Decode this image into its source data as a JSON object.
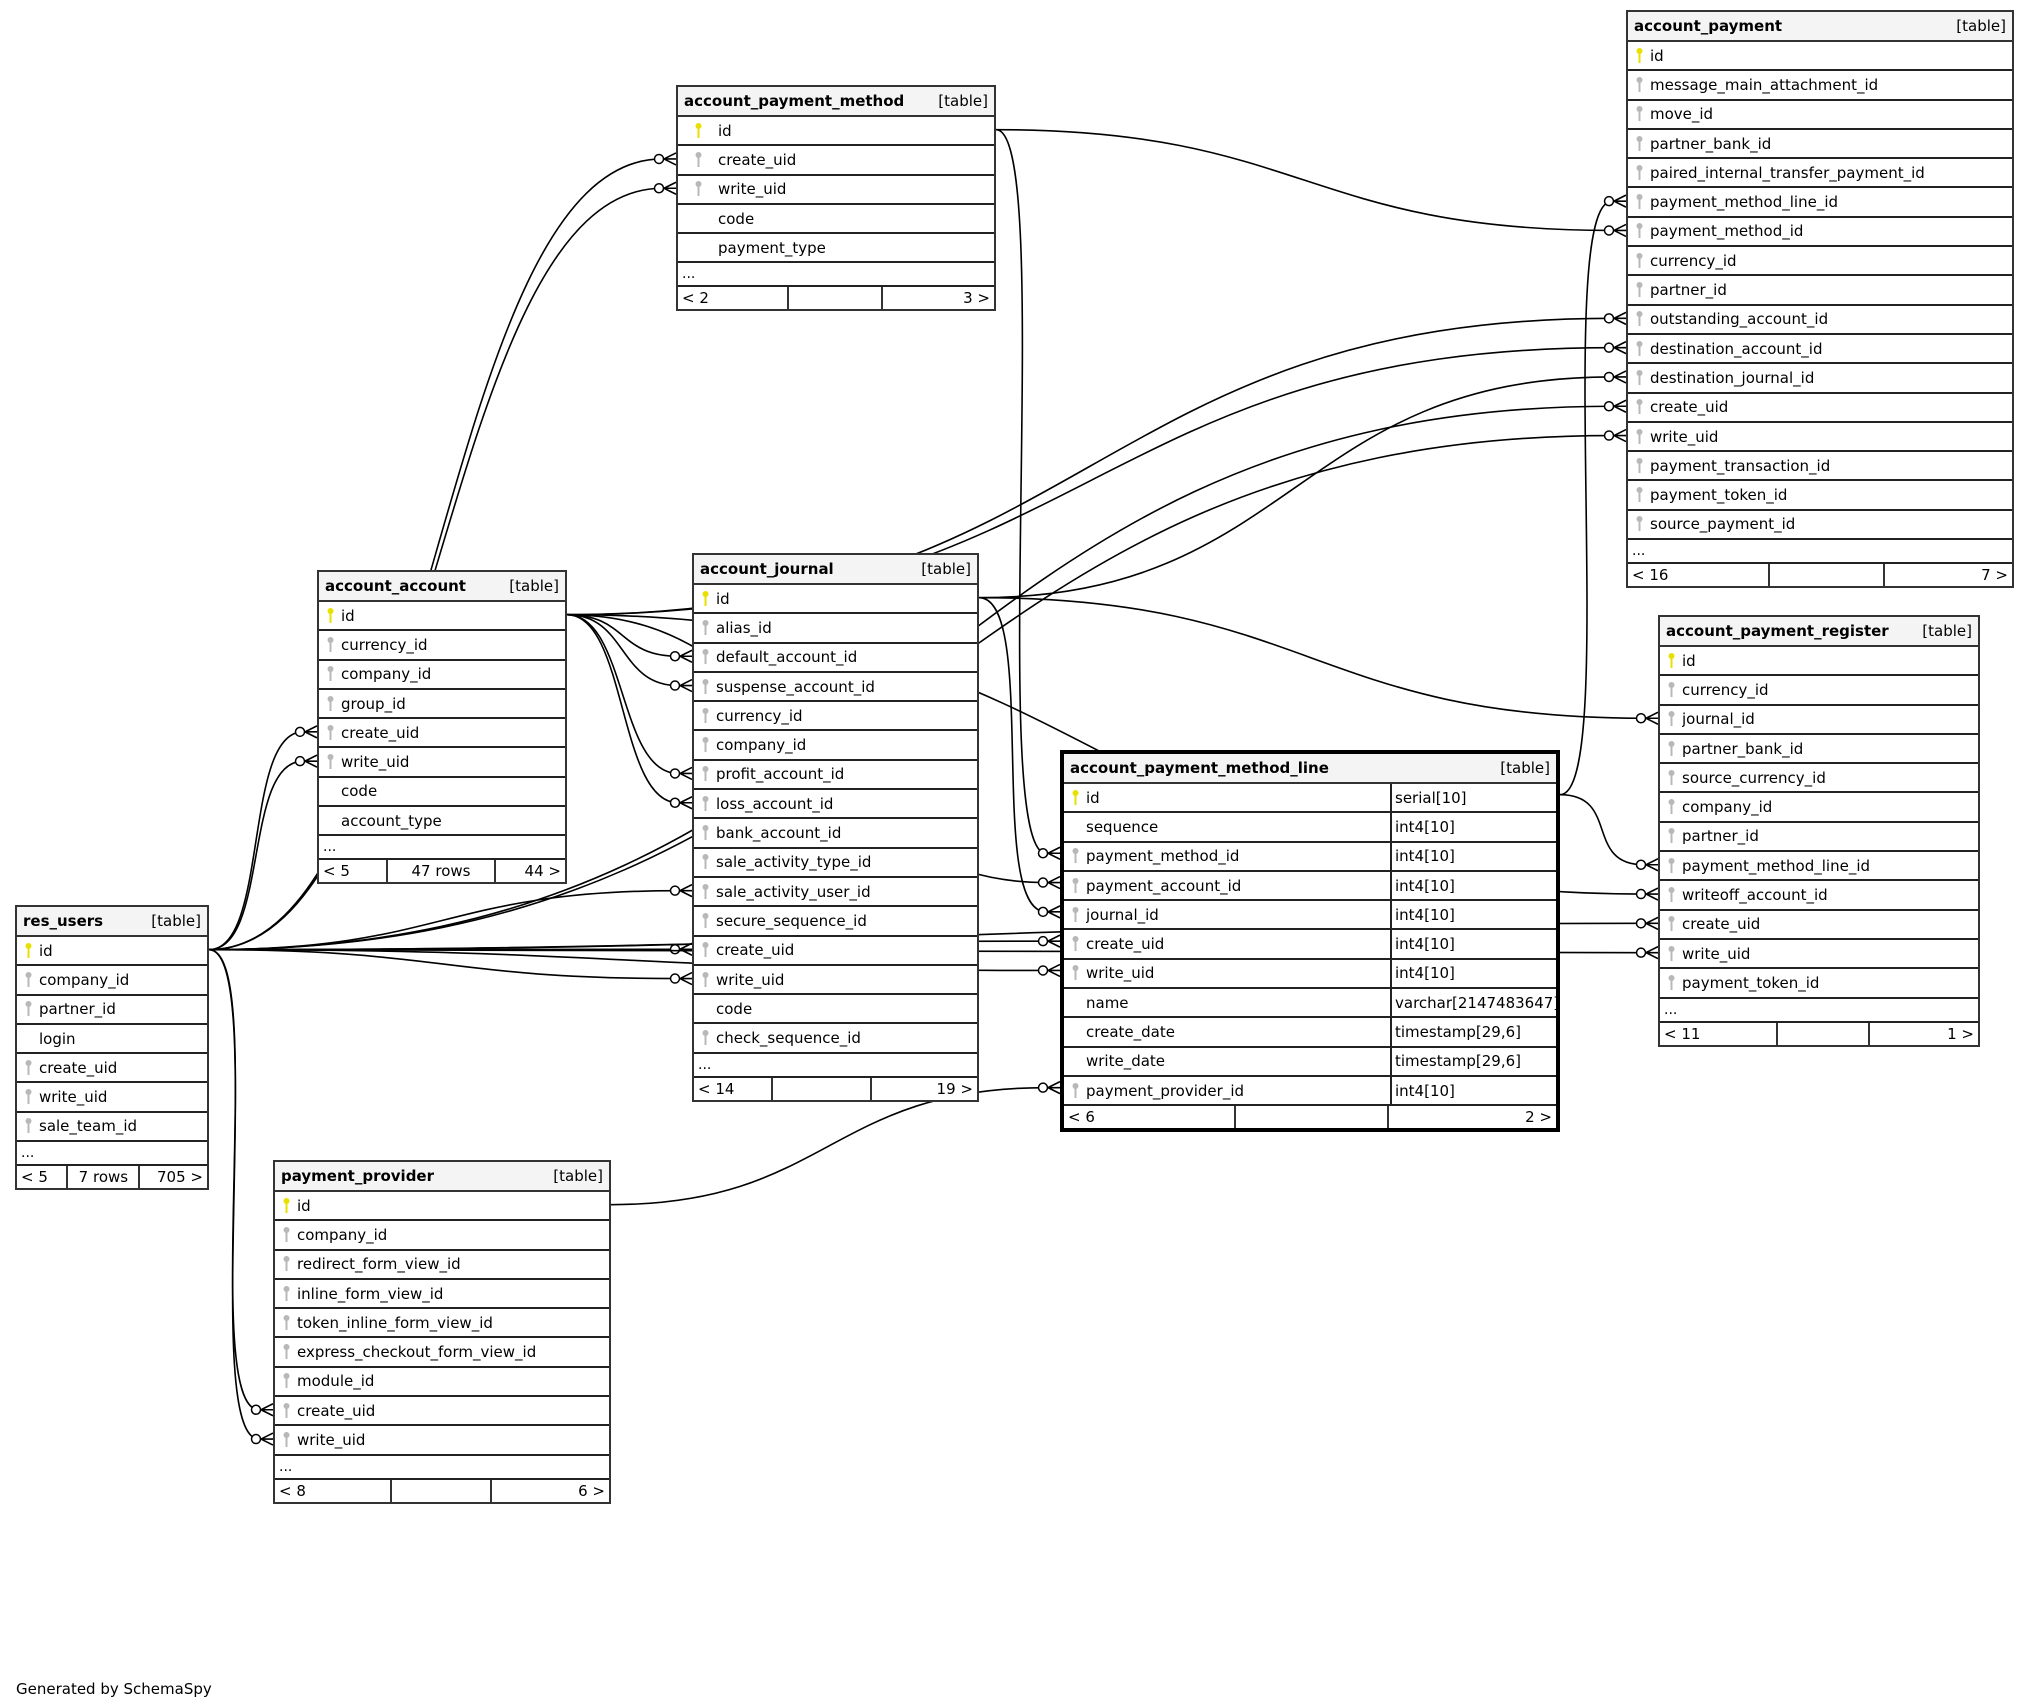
{
  "diagram_title": "account_payment_method_line relationships",
  "footer": "Generated by SchemaSpy",
  "colors": {
    "primary_key": "#e8e000",
    "foreign_key": "#b8b8b8",
    "header_bg": "#f4f4f4",
    "line": "#000000"
  },
  "table_tag": "[table]",
  "tables": [
    {
      "id": "account_payment_method",
      "name": "account_payment_method",
      "tag": "[table]",
      "columns": [
        {
          "name": "id",
          "key": "pk"
        },
        {
          "name": "create_uid",
          "key": "fk"
        },
        {
          "name": "write_uid",
          "key": "fk"
        },
        {
          "name": "code",
          "key": ""
        },
        {
          "name": "payment_type",
          "key": ""
        }
      ],
      "more": "...",
      "footer": {
        "parents": "< 2",
        "rows": "",
        "children": "3 >"
      }
    },
    {
      "id": "account_payment",
      "name": "account_payment",
      "tag": "[table]",
      "columns": [
        {
          "name": "id",
          "key": "pk"
        },
        {
          "name": "message_main_attachment_id",
          "key": "fk"
        },
        {
          "name": "move_id",
          "key": "fk"
        },
        {
          "name": "partner_bank_id",
          "key": "fk"
        },
        {
          "name": "paired_internal_transfer_payment_id",
          "key": "fk"
        },
        {
          "name": "payment_method_line_id",
          "key": "fk"
        },
        {
          "name": "payment_method_id",
          "key": "fk"
        },
        {
          "name": "currency_id",
          "key": "fk"
        },
        {
          "name": "partner_id",
          "key": "fk"
        },
        {
          "name": "outstanding_account_id",
          "key": "fk"
        },
        {
          "name": "destination_account_id",
          "key": "fk"
        },
        {
          "name": "destination_journal_id",
          "key": "fk"
        },
        {
          "name": "create_uid",
          "key": "fk"
        },
        {
          "name": "write_uid",
          "key": "fk"
        },
        {
          "name": "payment_transaction_id",
          "key": "fk"
        },
        {
          "name": "payment_token_id",
          "key": "fk"
        },
        {
          "name": "source_payment_id",
          "key": "fk"
        }
      ],
      "more": "...",
      "footer": {
        "parents": "< 16",
        "rows": "",
        "children": "7 >"
      }
    },
    {
      "id": "account_account",
      "name": "account_account",
      "tag": "[table]",
      "columns": [
        {
          "name": "id",
          "key": "pk"
        },
        {
          "name": "currency_id",
          "key": "fk"
        },
        {
          "name": "company_id",
          "key": "fk"
        },
        {
          "name": "group_id",
          "key": "fk"
        },
        {
          "name": "create_uid",
          "key": "fk"
        },
        {
          "name": "write_uid",
          "key": "fk"
        },
        {
          "name": "code",
          "key": ""
        },
        {
          "name": "account_type",
          "key": ""
        }
      ],
      "more": "...",
      "footer": {
        "parents": "< 5",
        "rows": "47 rows",
        "children": "44 >"
      }
    },
    {
      "id": "account_journal",
      "name": "account_journal",
      "tag": "[table]",
      "columns": [
        {
          "name": "id",
          "key": "pk"
        },
        {
          "name": "alias_id",
          "key": "fk"
        },
        {
          "name": "default_account_id",
          "key": "fk"
        },
        {
          "name": "suspense_account_id",
          "key": "fk"
        },
        {
          "name": "currency_id",
          "key": "fk"
        },
        {
          "name": "company_id",
          "key": "fk"
        },
        {
          "name": "profit_account_id",
          "key": "fk"
        },
        {
          "name": "loss_account_id",
          "key": "fk"
        },
        {
          "name": "bank_account_id",
          "key": "fk"
        },
        {
          "name": "sale_activity_type_id",
          "key": "fk"
        },
        {
          "name": "sale_activity_user_id",
          "key": "fk"
        },
        {
          "name": "secure_sequence_id",
          "key": "fk"
        },
        {
          "name": "create_uid",
          "key": "fk"
        },
        {
          "name": "write_uid",
          "key": "fk"
        },
        {
          "name": "code",
          "key": ""
        },
        {
          "name": "check_sequence_id",
          "key": "fk"
        }
      ],
      "more": "...",
      "footer": {
        "parents": "< 14",
        "rows": "",
        "children": "19 >"
      }
    },
    {
      "id": "account_payment_register",
      "name": "account_payment_register",
      "tag": "[table]",
      "columns": [
        {
          "name": "id",
          "key": "pk"
        },
        {
          "name": "currency_id",
          "key": "fk"
        },
        {
          "name": "journal_id",
          "key": "fk"
        },
        {
          "name": "partner_bank_id",
          "key": "fk"
        },
        {
          "name": "source_currency_id",
          "key": "fk"
        },
        {
          "name": "company_id",
          "key": "fk"
        },
        {
          "name": "partner_id",
          "key": "fk"
        },
        {
          "name": "payment_method_line_id",
          "key": "fk"
        },
        {
          "name": "writeoff_account_id",
          "key": "fk"
        },
        {
          "name": "create_uid",
          "key": "fk"
        },
        {
          "name": "write_uid",
          "key": "fk"
        },
        {
          "name": "payment_token_id",
          "key": "fk"
        }
      ],
      "more": "...",
      "footer": {
        "parents": "< 11",
        "rows": "",
        "children": "1 >"
      }
    },
    {
      "id": "account_payment_method_line",
      "name": "account_payment_method_line",
      "tag": "[table]",
      "focus": true,
      "columns": [
        {
          "name": "id",
          "key": "pk",
          "type": "serial[10]"
        },
        {
          "name": "sequence",
          "key": "",
          "type": "int4[10]"
        },
        {
          "name": "payment_method_id",
          "key": "fk",
          "type": "int4[10]"
        },
        {
          "name": "payment_account_id",
          "key": "fk",
          "type": "int4[10]"
        },
        {
          "name": "journal_id",
          "key": "fk",
          "type": "int4[10]"
        },
        {
          "name": "create_uid",
          "key": "fk",
          "type": "int4[10]"
        },
        {
          "name": "write_uid",
          "key": "fk",
          "type": "int4[10]"
        },
        {
          "name": "name",
          "key": "",
          "type": "varchar[2147483647]"
        },
        {
          "name": "create_date",
          "key": "",
          "type": "timestamp[29,6]"
        },
        {
          "name": "write_date",
          "key": "",
          "type": "timestamp[29,6]"
        },
        {
          "name": "payment_provider_id",
          "key": "fk",
          "type": "int4[10]"
        }
      ],
      "more": "",
      "footer": {
        "parents": "< 6",
        "rows": "",
        "children": "2 >"
      }
    },
    {
      "id": "res_users",
      "name": "res_users",
      "tag": "[table]",
      "columns": [
        {
          "name": "id",
          "key": "pk"
        },
        {
          "name": "company_id",
          "key": "fk"
        },
        {
          "name": "partner_id",
          "key": "fk"
        },
        {
          "name": "login",
          "key": ""
        },
        {
          "name": "create_uid",
          "key": "fk"
        },
        {
          "name": "write_uid",
          "key": "fk"
        },
        {
          "name": "sale_team_id",
          "key": "fk"
        }
      ],
      "more": "...",
      "footer": {
        "parents": "< 5",
        "rows": "7 rows",
        "children": "705 >"
      }
    },
    {
      "id": "payment_provider",
      "name": "payment_provider",
      "tag": "[table]",
      "columns": [
        {
          "name": "id",
          "key": "pk"
        },
        {
          "name": "company_id",
          "key": "fk"
        },
        {
          "name": "redirect_form_view_id",
          "key": "fk"
        },
        {
          "name": "inline_form_view_id",
          "key": "fk"
        },
        {
          "name": "token_inline_form_view_id",
          "key": "fk"
        },
        {
          "name": "express_checkout_form_view_id",
          "key": "fk"
        },
        {
          "name": "module_id",
          "key": "fk"
        },
        {
          "name": "create_uid",
          "key": "fk"
        },
        {
          "name": "write_uid",
          "key": "fk"
        }
      ],
      "more": "...",
      "footer": {
        "parents": "< 8",
        "rows": "",
        "children": "6 >"
      }
    }
  ],
  "relationships": [
    {
      "from": "res_users.id",
      "to": "account_payment_method.create_uid"
    },
    {
      "from": "res_users.id",
      "to": "account_payment_method.write_uid"
    },
    {
      "from": "res_users.id",
      "to": "account_account.create_uid"
    },
    {
      "from": "res_users.id",
      "to": "account_account.write_uid"
    },
    {
      "from": "res_users.id",
      "to": "account_journal.sale_activity_user_id"
    },
    {
      "from": "res_users.id",
      "to": "account_journal.create_uid"
    },
    {
      "from": "res_users.id",
      "to": "account_journal.write_uid"
    },
    {
      "from": "res_users.id",
      "to": "account_payment.create_uid"
    },
    {
      "from": "res_users.id",
      "to": "account_payment.write_uid"
    },
    {
      "from": "res_users.id",
      "to": "account_payment_method_line.create_uid"
    },
    {
      "from": "res_users.id",
      "to": "account_payment_method_line.write_uid"
    },
    {
      "from": "res_users.id",
      "to": "account_payment_register.create_uid"
    },
    {
      "from": "res_users.id",
      "to": "account_payment_register.write_uid"
    },
    {
      "from": "res_users.id",
      "to": "payment_provider.create_uid"
    },
    {
      "from": "res_users.id",
      "to": "payment_provider.write_uid"
    },
    {
      "from": "account_account.id",
      "to": "account_journal.default_account_id"
    },
    {
      "from": "account_account.id",
      "to": "account_journal.suspense_account_id"
    },
    {
      "from": "account_account.id",
      "to": "account_journal.profit_account_id"
    },
    {
      "from": "account_account.id",
      "to": "account_journal.loss_account_id"
    },
    {
      "from": "account_account.id",
      "to": "account_payment.outstanding_account_id"
    },
    {
      "from": "account_account.id",
      "to": "account_payment.destination_account_id"
    },
    {
      "from": "account_account.id",
      "to": "account_payment_method_line.payment_account_id"
    },
    {
      "from": "account_account.id",
      "to": "account_payment_register.writeoff_account_id"
    },
    {
      "from": "account_payment_method.id",
      "to": "account_payment.payment_method_id"
    },
    {
      "from": "account_payment_method.id",
      "to": "account_payment_method_line.payment_method_id"
    },
    {
      "from": "account_journal.id",
      "to": "account_payment.destination_journal_id"
    },
    {
      "from": "account_journal.id",
      "to": "account_payment_method_line.journal_id"
    },
    {
      "from": "account_journal.id",
      "to": "account_payment_register.journal_id"
    },
    {
      "from": "account_payment_method_line.id",
      "to": "account_payment.payment_method_line_id"
    },
    {
      "from": "account_payment_method_line.id",
      "to": "account_payment_register.payment_method_line_id"
    },
    {
      "from": "payment_provider.id",
      "to": "account_payment_method_line.payment_provider_id"
    }
  ]
}
